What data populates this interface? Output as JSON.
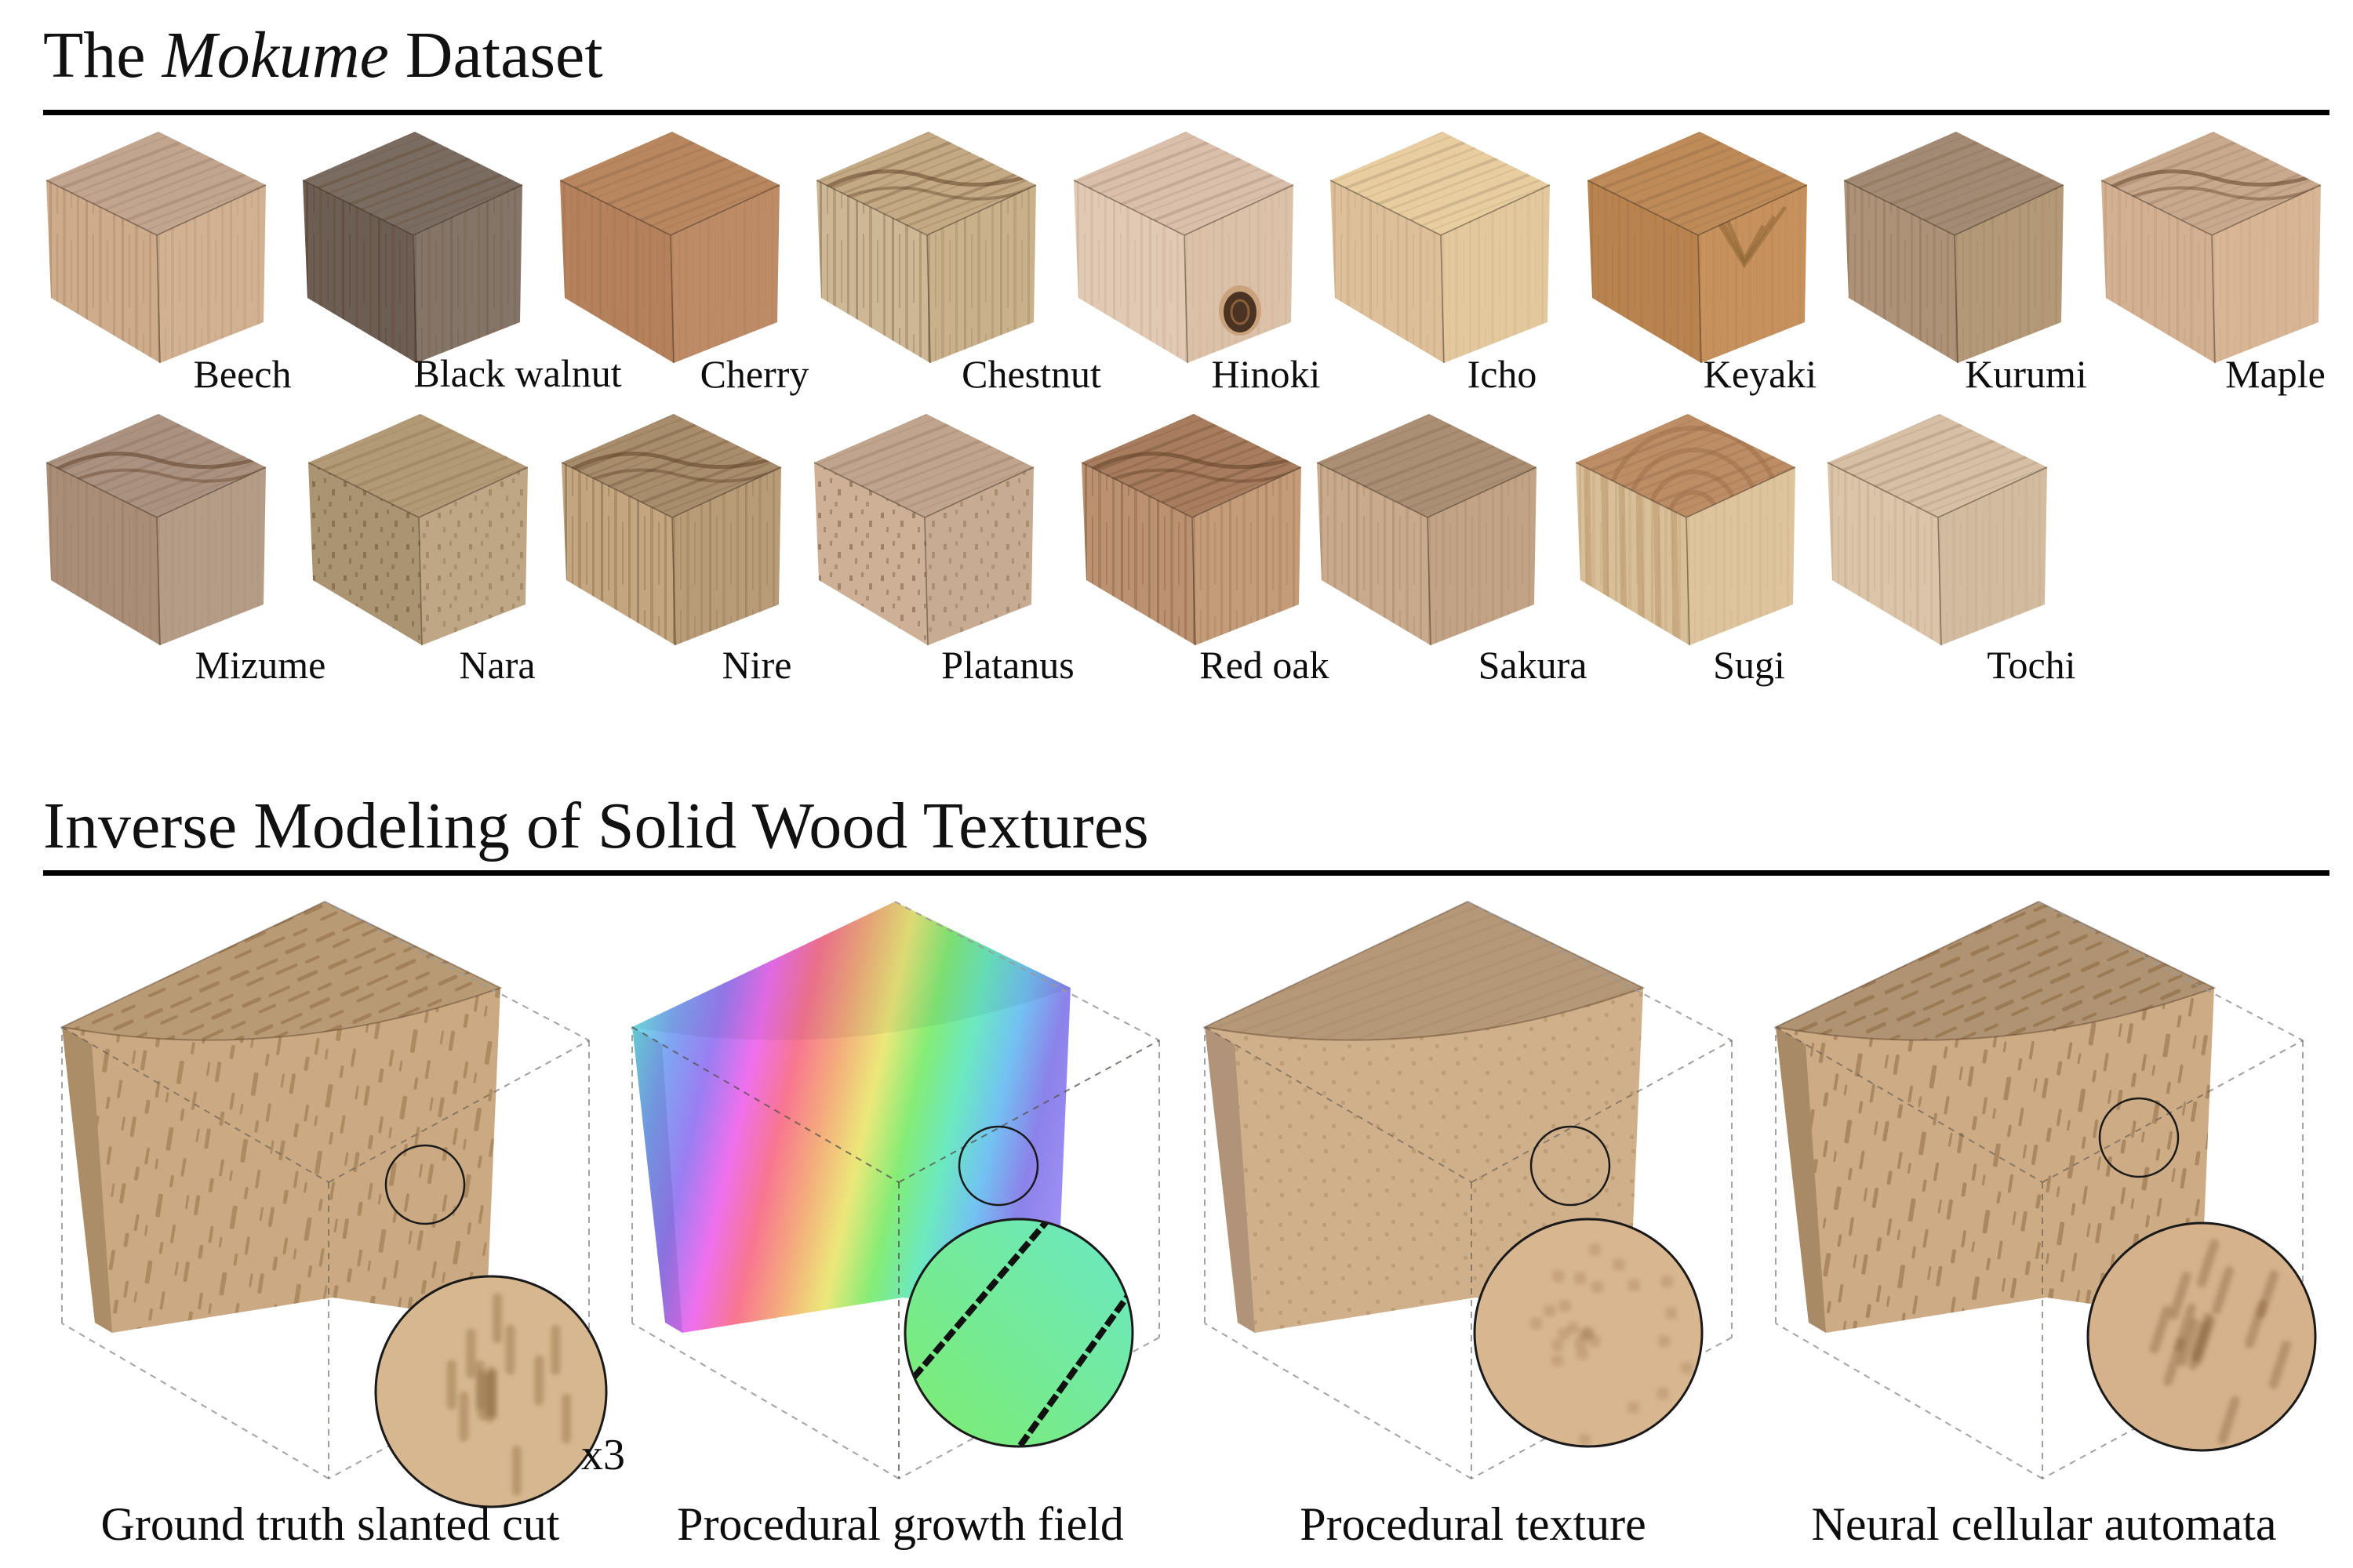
{
  "page": {
    "background": "#ffffff",
    "text_color": "#111111",
    "rule_color": "#000000"
  },
  "section_dataset": {
    "title_pre": "The ",
    "title_italic": "Mokume",
    "title_post": " Dataset"
  },
  "section_inverse": {
    "title": "Inverse Modeling of Solid Wood Textures"
  },
  "dataset": {
    "species_rows": [
      [
        {
          "label": "Beech",
          "colors": {
            "top": "#c2a58f",
            "left": "#cdab8b",
            "right": "#d1b191"
          },
          "accents": [
            "fine-grain"
          ]
        },
        {
          "label": "Black walnut",
          "colors": {
            "top": "#7b6c61",
            "left": "#6d5e54",
            "right": "#857568"
          },
          "accents": [
            "strong-grain"
          ],
          "two_line": true
        },
        {
          "label": "Cherry",
          "colors": {
            "top": "#b8875f",
            "left": "#b5815c",
            "right": "#bd8b66"
          },
          "accents": []
        },
        {
          "label": "Chestnut",
          "colors": {
            "top": "#c3aa84",
            "left": "#cdb795",
            "right": "#c9b18b"
          },
          "accents": [
            "strong-grain",
            "top-waves"
          ]
        },
        {
          "label": "Hinoki",
          "colors": {
            "top": "#dabfab",
            "left": "#e2c9b3",
            "right": "#dcc1a9"
          },
          "accents": [
            "knot"
          ]
        },
        {
          "label": "Icho",
          "colors": {
            "top": "#e7cda0",
            "left": "#ddc09a",
            "right": "#e3c89e"
          },
          "accents": []
        },
        {
          "label": "Keyaki",
          "colors": {
            "top": "#bd8a58",
            "left": "#b98350",
            "right": "#c6915c"
          },
          "accents": [
            "chevron"
          ]
        },
        {
          "label": "Kurumi",
          "colors": {
            "top": "#a38a74",
            "left": "#ad9278",
            "right": "#b49979"
          },
          "accents": [
            "fine-grain"
          ]
        },
        {
          "label": "Maple",
          "colors": {
            "top": "#c9a98d",
            "left": "#d4b092",
            "right": "#d8b695"
          },
          "accents": [
            "top-waves"
          ]
        }
      ],
      [
        {
          "label": "Mizume",
          "colors": {
            "top": "#ab9180",
            "left": "#a98d77",
            "right": "#b59c87"
          },
          "accents": [
            "top-waves"
          ]
        },
        {
          "label": "Nara",
          "colors": {
            "top": "#b39a76",
            "left": "#ab9472",
            "right": "#bfa685"
          },
          "accents": [
            "speckle"
          ]
        },
        {
          "label": "Nire",
          "colors": {
            "top": "#a88d6d",
            "left": "#c3a67f",
            "right": "#b89b77"
          },
          "accents": [
            "strong-grain",
            "top-waves"
          ]
        },
        {
          "label": "Platanus",
          "colors": {
            "top": "#c0a48d",
            "left": "#cdb096",
            "right": "#c7ab92"
          },
          "accents": [
            "speckle"
          ]
        },
        {
          "label": "Red oak",
          "colors": {
            "top": "#a87c5f",
            "left": "#bb9171",
            "right": "#c59c79"
          },
          "accents": [
            "strong-grain",
            "top-waves"
          ]
        },
        {
          "label": "Sakura",
          "colors": {
            "top": "#ab8f74",
            "left": "#c9aa8d",
            "right": "#c2a385"
          },
          "accents": [
            "fine-grain"
          ]
        },
        {
          "label": "Sugi",
          "colors": {
            "top": "#bd8d66",
            "left": "#d9bf98",
            "right": "#ddc49c"
          },
          "accents": [
            "stripes",
            "rings"
          ]
        },
        {
          "label": "Tochi",
          "colors": {
            "top": "#d6bfa5",
            "left": "#dcc4a8",
            "right": "#d3bb9f"
          },
          "accents": []
        }
      ]
    ]
  },
  "inverse": {
    "panels": [
      {
        "caption": "Ground truth slanted cut",
        "type": "photo",
        "magnification": "x3",
        "colors": {
          "front": "#cbaa83",
          "top": "#b89a75",
          "side": "#ab8d68",
          "grain": "#8f6b42",
          "inset_base": "#d7b78f"
        }
      },
      {
        "caption": "Procedural growth field",
        "type": "growth-field",
        "contour_lines": 11,
        "contour_color": "#1c1c1c",
        "palette": [
          "#70e6e2",
          "#7fa6f2",
          "#9a7ef2",
          "#ee70ee",
          "#f87690",
          "#f4ad7c",
          "#ece87a",
          "#84ec76",
          "#6ce9c0",
          "#72c2f2",
          "#8b82ea",
          "#9d8ef4"
        ],
        "inset_colors": [
          "#7eec6e",
          "#6ae8c6"
        ]
      },
      {
        "caption": "Procedural texture",
        "type": "procedural",
        "colors": {
          "front": "#d0b08a",
          "top": "#b49878",
          "side": "#b09378",
          "grain": "#a8835c",
          "inset_base": "#d8b690"
        }
      },
      {
        "caption": "Neural cellular automata",
        "type": "nca",
        "colors": {
          "front": "#ccab85",
          "top": "#b09372",
          "side": "#a98a66",
          "grain": "#8a6540",
          "inset_base": "#d5b28b"
        }
      }
    ]
  }
}
